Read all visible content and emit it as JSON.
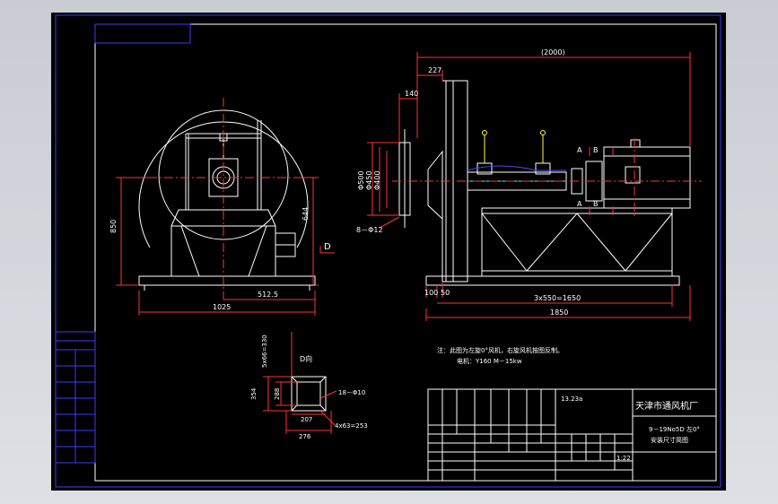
{
  "colors": {
    "background": "#000000",
    "frame": "#3c3cff",
    "outline": "#ffffff",
    "dimension": "#ff3333",
    "centerline": "#ff3333",
    "text": "#ffffff",
    "accent_yellow": "#ffff33",
    "accent_cyan": "#33ffff",
    "accent_blue": "#4a4aff"
  },
  "front_view": {
    "dim_height_total": "850",
    "dim_height_shaft": "644",
    "dim_half_width": "512.5",
    "dim_total_width": "1025",
    "section_marker": "D"
  },
  "side_view": {
    "dim_overall": "(2000)",
    "dim_227": "227",
    "dim_140": "140",
    "dim_500": "Φ500",
    "dim_450": "Φ450",
    "dim_400": "Φ400",
    "dim_holes": "8－Φ12",
    "dim_100": "100",
    "dim_50": "50",
    "dim_3x550": "3x550=1650",
    "dim_1850": "1850",
    "section_a": "A",
    "section_b": "B"
  },
  "d_view": {
    "title": "D向",
    "dim_5x66": "5x66=330",
    "dim_354": "354",
    "dim_288": "288",
    "dim_holes": "18－Φ10",
    "dim_207": "207",
    "dim_4x63": "4x63=253",
    "dim_276": "276"
  },
  "notes": {
    "line1": "注：此图为左旋0°风机，右旋风机按图反制。",
    "line2": "电机：Y160 M－15kw"
  },
  "title_block": {
    "company": "天津市通风机厂",
    "model": "9－19No5D 左0°",
    "drawing_name": "安装尺寸简图",
    "weight": "13.23a",
    "scale": "1:22"
  }
}
